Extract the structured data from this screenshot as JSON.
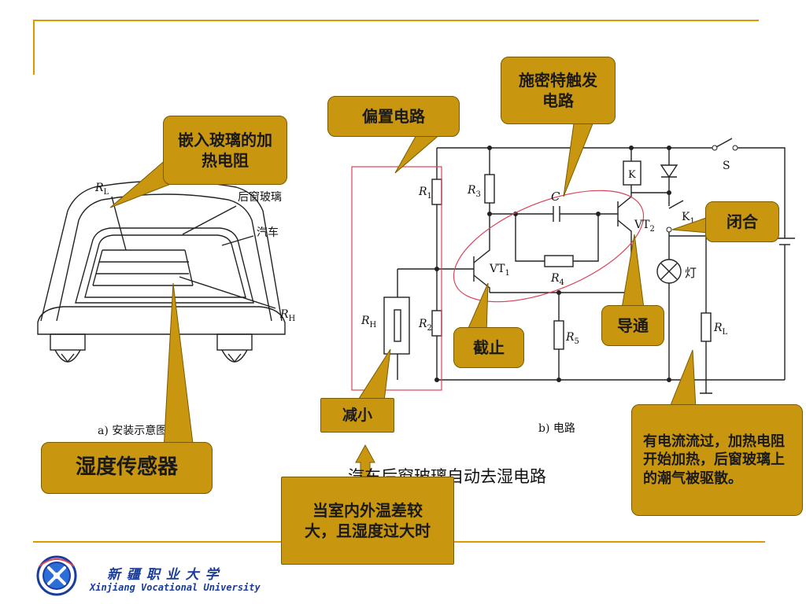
{
  "figure_left": {
    "label_rl": "R",
    "label_rl_sub": "L",
    "label_rh": "R",
    "label_rh_sub": "H",
    "label_window": "后窗玻璃",
    "label_car": "汽车",
    "caption": "a) 安装示意图"
  },
  "figure_right": {
    "label_r1": "R",
    "sub_1": "1",
    "label_r2": "R",
    "sub_2": "2",
    "label_r3": "R",
    "sub_3": "3",
    "label_r4": "R",
    "sub_4": "4",
    "label_r5": "R",
    "sub_5": "5",
    "label_rh": "R",
    "sub_h": "H",
    "label_rl": "R",
    "sub_l": "L",
    "label_c": "C",
    "label_vt1": "VT",
    "sub_vt1": "1",
    "label_vt2": "VT",
    "sub_vt2": "2",
    "label_k": "K",
    "label_k1": "K",
    "sub_k1": "1",
    "label_s": "S",
    "label_lamp": "灯",
    "caption": "b) 电路"
  },
  "title": "汽车后窗玻璃自动去湿电路",
  "callouts": {
    "embedded_heater": "嵌入玻璃的加热电阻",
    "humidity_sensor": "湿度传感器",
    "bias_circuit": "偏置电路",
    "schmitt_trigger": "施密特触发电路",
    "cutoff": "截止",
    "conduct": "导通",
    "close": "闭合",
    "decrease": "减小",
    "condition": "当室内外温差较大，且湿度过大时",
    "result": "有电流流过，加热电阻开始加热，后窗玻璃上的潮气被驱散。"
  },
  "footer": {
    "school_cn": "新 疆 职 业 大 学",
    "school_en": "Xinjiang Vocational University"
  },
  "colors": {
    "accent_line": "#d99b00",
    "callout_fill": "#c9960f",
    "logo_blue": "#1a3c9c"
  }
}
